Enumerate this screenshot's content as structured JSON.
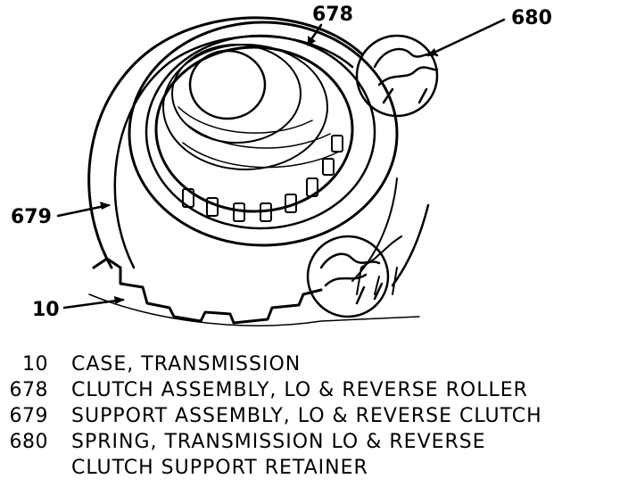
{
  "callouts": {
    "c678": "678",
    "c680": "680",
    "c679": "679",
    "c10": "10"
  },
  "legend": [
    {
      "num": "10",
      "text": "CASE, TRANSMISSION"
    },
    {
      "num": "678",
      "text": "CLUTCH ASSEMBLY, LO & REVERSE ROLLER"
    },
    {
      "num": "679",
      "text": "SUPPORT ASSEMBLY, LO & REVERSE CLUTCH"
    },
    {
      "num": "680",
      "text": "SPRING, TRANSMISSION LO & REVERSE"
    },
    {
      "num": "",
      "text": "CLUTCH SUPPORT RETAINER"
    }
  ]
}
